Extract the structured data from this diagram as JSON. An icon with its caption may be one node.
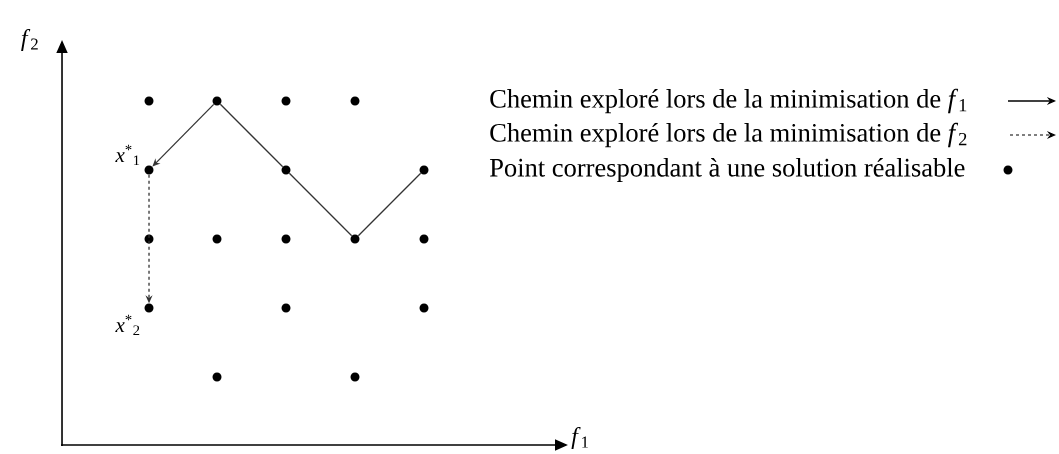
{
  "diagram": {
    "nodes": [
      {
        "text": [],
        "shape": "circle"
      },
      {
        "text": [],
        "shape": "circle"
      },
      {
        "text": [],
        "shape": "circle"
      },
      {
        "text": [],
        "shape": "circle"
      },
      {
        "text": [],
        "shape": "circle",
        "beside": [
          "*x*$^{*}$$_{1}$"
        ]
      },
      {
        "text": [],
        "shape": "circle"
      },
      {
        "text": [],
        "shape": "circle"
      },
      {
        "text": [],
        "shape": "circle"
      },
      {
        "text": [],
        "shape": "circle"
      },
      {
        "text": [],
        "shape": "circle"
      },
      {
        "text": [],
        "shape": "circle"
      },
      {
        "text": [],
        "shape": "circle"
      },
      {
        "text": [],
        "shape": "circle",
        "beside": [
          "*x*$^{*}$$_{2}$"
        ]
      },
      {
        "text": [],
        "shape": "circle"
      },
      {
        "text": [],
        "shape": "circle"
      },
      {
        "text": [],
        "shape": "circle"
      },
      {
        "text": [],
        "shape": "circle"
      }
    ],
    "edges": [
      {
        "from": 6,
        "to": 10,
        "arrow": "none"
      },
      {
        "from": 10,
        "to": 5,
        "arrow": "none"
      },
      {
        "from": 5,
        "to": 1,
        "arrow": "none"
      },
      {
        "from": 1,
        "to": 4,
        "arrow": "to"
      },
      {
        "from": 4,
        "to": 12,
        "arrow": "to",
        "style": "dashed"
      }
    ],
    "labels": [
      "*f*$_{2}$",
      "*f*$_{1}$"
    ],
    "legend": [
      {
        "text": "Chemin exploré lors de la minimisation de *f*$_{1}$"
      },
      {
        "text": "Chemin exploré lors de la minimisation de *f*$_{2}$"
      },
      {
        "text": "Point correspondant à une solution réalisable"
      }
    ]
  }
}
